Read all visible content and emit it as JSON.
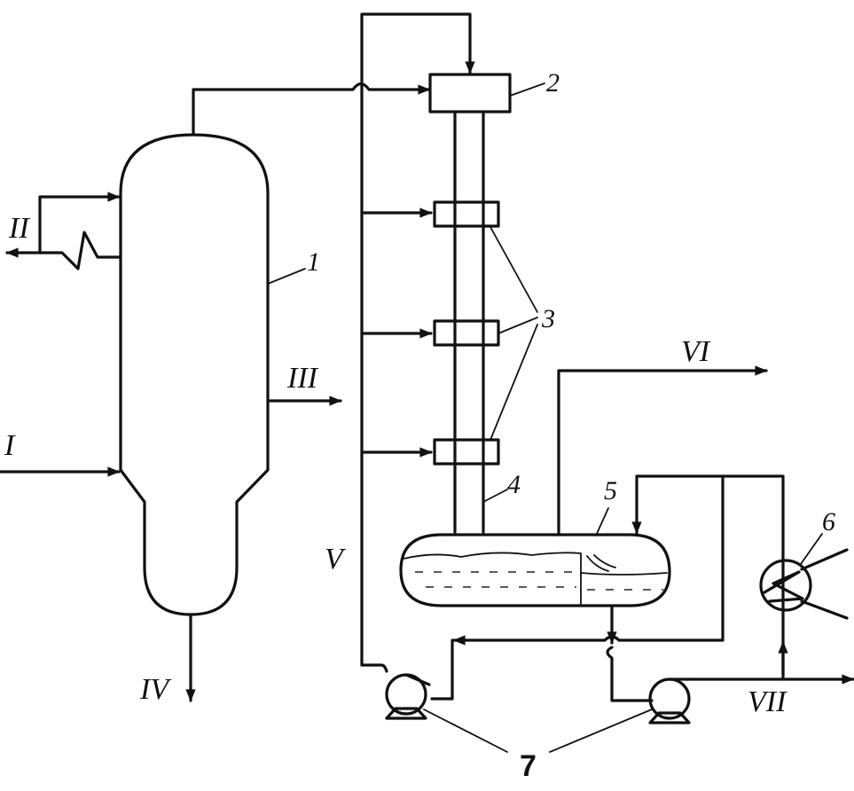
{
  "streams": {
    "I": "I",
    "II": "II",
    "III": "III",
    "IV": "IV",
    "V": "V",
    "VI": "VI",
    "VII": "VII"
  },
  "equipment": {
    "n1": "1",
    "n2": "2",
    "n3": "3",
    "n4": "4",
    "n5": "5",
    "n6": "6",
    "n7": "7"
  }
}
